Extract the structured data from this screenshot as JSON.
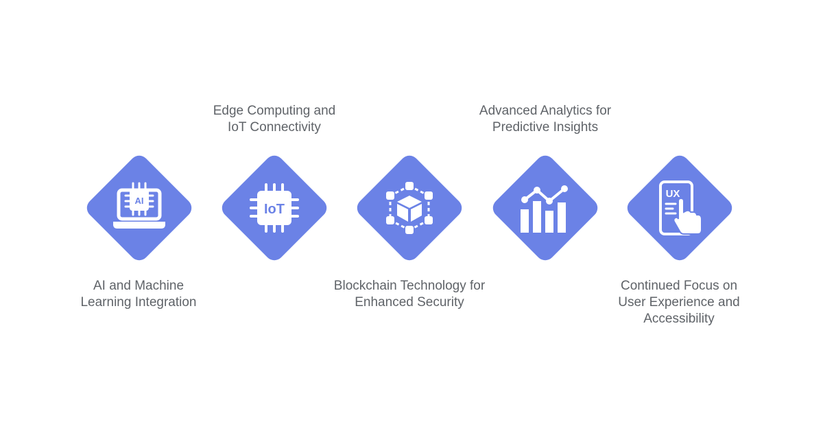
{
  "accent_color": "#6b82e6",
  "items": [
    {
      "label": "AI and Machine\nLearning Integration",
      "icon": "ai-laptop-icon",
      "icon_text": "AI"
    },
    {
      "label": "Edge Computing and\nIoT Connectivity",
      "icon": "iot-chip-icon",
      "icon_text": "IoT"
    },
    {
      "label": "Blockchain Technology for\nEnhanced Security",
      "icon": "blockchain-network-icon"
    },
    {
      "label": "Advanced Analytics for\nPredictive Insights",
      "icon": "analytics-chart-icon"
    },
    {
      "label": "Continued Focus on\nUser Experience and\nAccessibility",
      "icon": "ux-touch-phone-icon",
      "icon_text": "UX"
    }
  ]
}
